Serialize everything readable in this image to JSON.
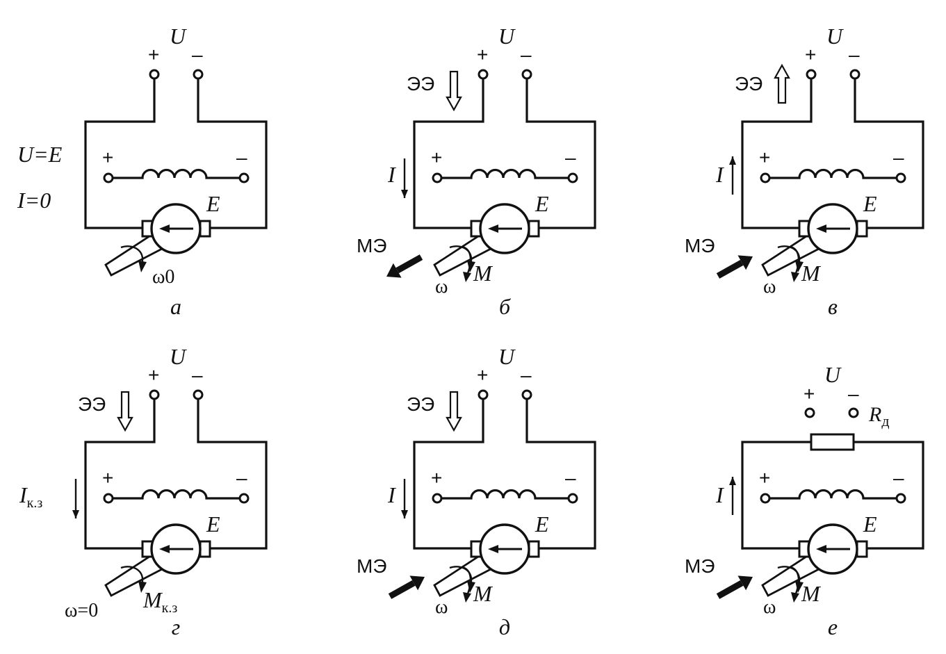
{
  "panels": [
    {
      "id": "a",
      "caption": "а",
      "source_label": "U",
      "plus": "+",
      "minus": "–",
      "winding_plus": "+",
      "winding_minus": "–",
      "emf_label": "E",
      "side_labels": [
        "U=E",
        "I=0"
      ],
      "speed_label": "ω0"
    },
    {
      "id": "b",
      "caption": "б",
      "source_label": "U",
      "plus": "+",
      "minus": "–",
      "winding_plus": "+",
      "winding_minus": "–",
      "emf_label": "E",
      "current_label": "I",
      "current_direction": "down",
      "electric_energy_label": "ЭЭ",
      "electric_energy_direction": "down",
      "mechanical_energy_label": "МЭ",
      "mechanical_energy_direction": "out",
      "speed_label": "ω",
      "torque_label": "M"
    },
    {
      "id": "v",
      "caption": "в",
      "source_label": "U",
      "plus": "+",
      "minus": "–",
      "winding_plus": "+",
      "winding_minus": "–",
      "emf_label": "E",
      "current_label": "I",
      "current_direction": "up",
      "electric_energy_label": "ЭЭ",
      "electric_energy_direction": "up",
      "mechanical_energy_label": "МЭ",
      "mechanical_energy_direction": "in",
      "speed_label": "ω",
      "torque_label": "M"
    },
    {
      "id": "g",
      "caption": "г",
      "source_label": "U",
      "plus": "+",
      "minus": "–",
      "winding_plus": "+",
      "winding_minus": "–",
      "emf_label": "E",
      "current_label": "I",
      "current_subscript": "к.з",
      "current_direction": "down",
      "electric_energy_label": "ЭЭ",
      "electric_energy_direction": "down",
      "speed_label": "ω=0",
      "torque_label": "M",
      "torque_subscript": "к.з"
    },
    {
      "id": "d",
      "caption": "д",
      "source_label": "U",
      "plus": "+",
      "minus": "–",
      "winding_plus": "+",
      "winding_minus": "–",
      "emf_label": "E",
      "current_label": "I",
      "current_direction": "down",
      "electric_energy_label": "ЭЭ",
      "electric_energy_direction": "down",
      "mechanical_energy_label": "МЭ",
      "mechanical_energy_direction": "in",
      "speed_label": "ω",
      "torque_label": "M"
    },
    {
      "id": "e",
      "caption": "е",
      "source_label": "U",
      "plus": "+",
      "minus": "–",
      "winding_plus": "+",
      "winding_minus": "–",
      "emf_label": "E",
      "current_label": "I",
      "current_direction": "up",
      "mechanical_energy_label": "МЭ",
      "mechanical_energy_direction": "in",
      "speed_label": "ω",
      "torque_label": "M",
      "resistor_label": "R",
      "resistor_subscript": "д"
    }
  ]
}
